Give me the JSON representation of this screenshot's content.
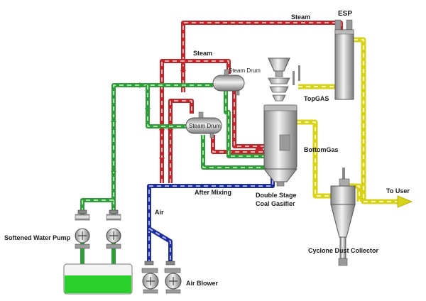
{
  "labels": {
    "steam_top": "Steam",
    "esp": "ESP",
    "steam_left": "Steam",
    "steam_drum_upper": "Steam Drum",
    "steam_drum_lower": "Steam Drum",
    "top_gas": "TopGAS",
    "bottom_gas": "BottomGas",
    "to_user": "To User",
    "after_mixing": "After Mixing",
    "gasifier_line1": "Double Stage",
    "gasifier_line2": "Coal Gasifier",
    "air": "Air",
    "softened_water_pump": "Softened Water Pump",
    "air_blower": "Air Blower",
    "cyclone": "Cyclone Dust Collector"
  },
  "colors": {
    "steam": "#c0262a",
    "steam_inner": "#f2b3b3",
    "water": "#2f9e3a",
    "water_inner": "#a9e2a4",
    "gas": "#d9d21a",
    "gas_inner": "#fffbb0",
    "air": "#1f2e9c",
    "air_inner": "#a9b3f0",
    "tank_water": "#2bd12b",
    "metal": "#c9c9c9",
    "metal_dark": "#7a7a7a"
  },
  "icons": [
    "pump-icon",
    "valve-icon",
    "arrow-icon"
  ]
}
